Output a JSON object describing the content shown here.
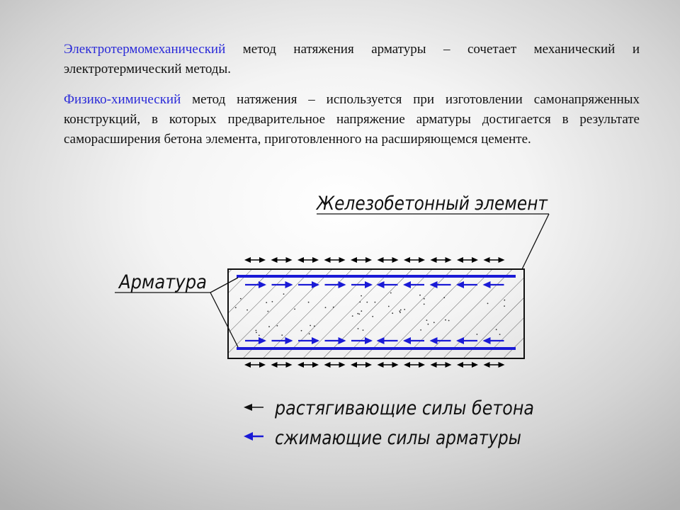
{
  "paragraphs": {
    "p1": {
      "term": "Электротермомеханический",
      "text": " метод натяжения арматуры – сочетает механический и электротермический методы."
    },
    "p2": {
      "term": "Физико-химический",
      "text": " метод натяжения – используется при изготовлении самонапряженных конструкций, в которых предварительное напряжение арматуры достигается в результате саморасширения бетона элемента, приготовленного на расширяющемся цементе."
    }
  },
  "diagram": {
    "element_label": "Железобетонный элемент",
    "rebar_label": "Арматура",
    "legend": {
      "concrete_forces": "растягивающие силы бетона",
      "rebar_forces": "сжимающие силы арматуры"
    },
    "colors": {
      "concrete_force_arrows": "#000000",
      "rebar": "#1a1ad6",
      "rebar_force_arrows": "#1a1ad6"
    }
  }
}
